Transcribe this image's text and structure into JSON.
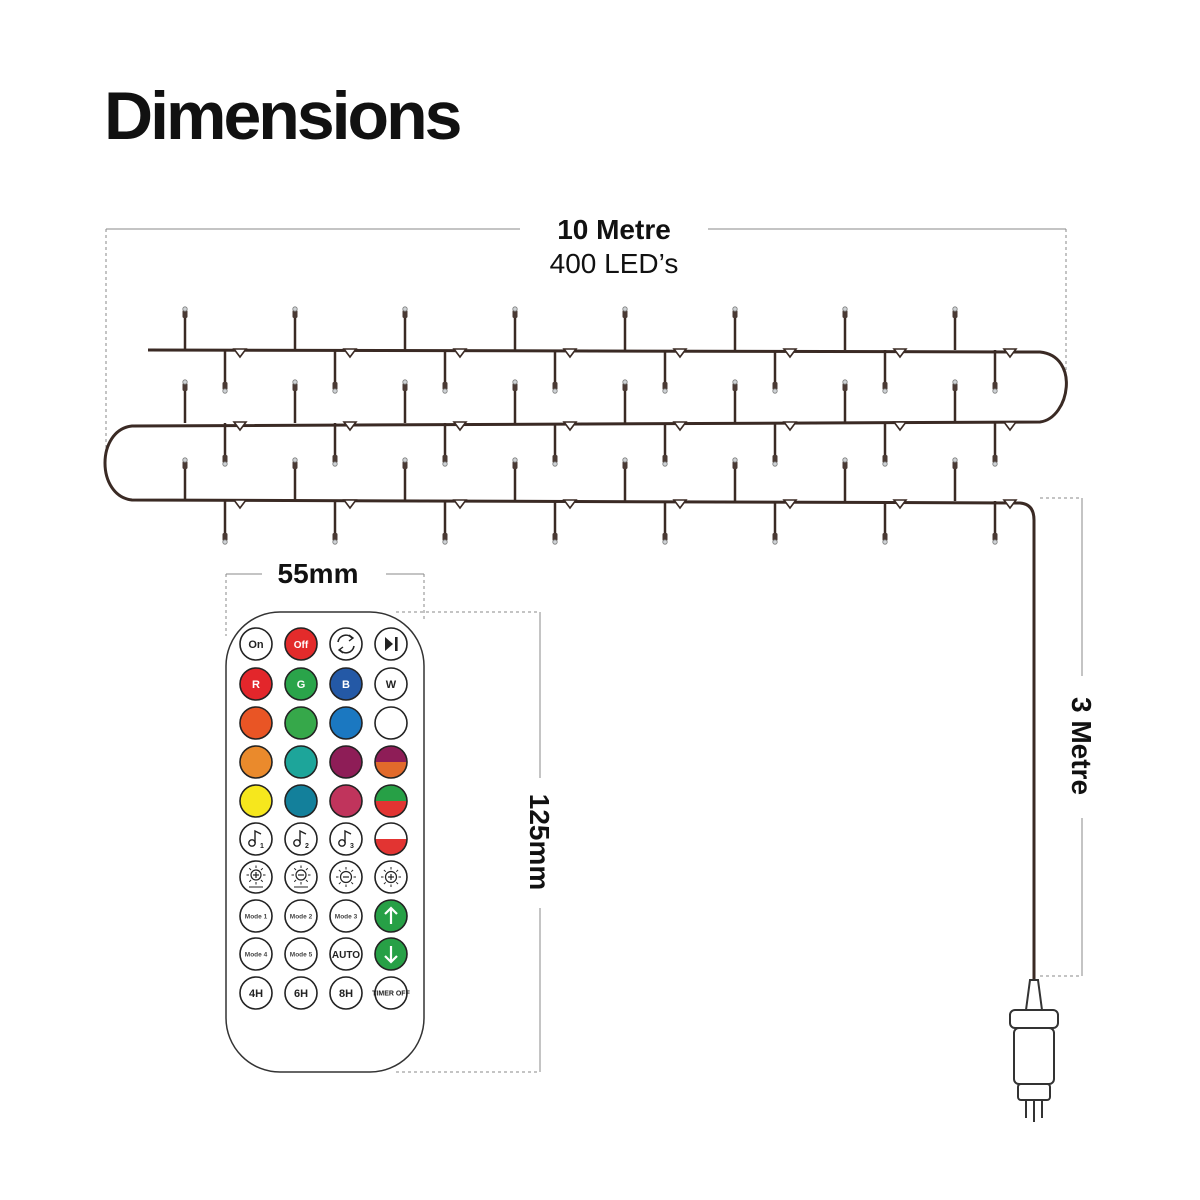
{
  "title": "Dimensions",
  "string": {
    "length_label": "10 Metre",
    "led_count_label": "400 LED’s",
    "lead_label": "3 Metre"
  },
  "remote": {
    "width_label": "55mm",
    "height_label": "125mm",
    "buttons": [
      [
        {
          "id": "on",
          "label": "On",
          "fill": "#ffffff",
          "text": "#222222"
        },
        {
          "id": "off",
          "label": "Off",
          "fill": "#e32b2b",
          "text": "#ffffff"
        },
        {
          "id": "cycle",
          "icon": "cycle-icon",
          "fill": "#ffffff"
        },
        {
          "id": "play-pause",
          "icon": "play-pause-icon",
          "fill": "#ffffff"
        }
      ],
      [
        {
          "id": "red",
          "label": "R",
          "fill": "#e3262b",
          "text": "#ffffff"
        },
        {
          "id": "green",
          "label": "G",
          "fill": "#2aa44a",
          "text": "#ffffff"
        },
        {
          "id": "blue",
          "label": "B",
          "fill": "#2459a6",
          "text": "#ffffff"
        },
        {
          "id": "white",
          "label": "W",
          "fill": "#ffffff",
          "text": "#222222"
        }
      ],
      [
        {
          "id": "color-orange-red",
          "fill": "#e95525"
        },
        {
          "id": "color-green",
          "fill": "#36a84a"
        },
        {
          "id": "color-blue",
          "fill": "#1b78c1"
        },
        {
          "id": "color-white",
          "fill": "#ffffff"
        }
      ],
      [
        {
          "id": "color-orange",
          "fill": "#ea8a2c"
        },
        {
          "id": "color-teal",
          "fill": "#1da59a"
        },
        {
          "id": "color-plum",
          "fill": "#8e1d57"
        },
        {
          "id": "color-purple-orange",
          "fill": "#8e1d57",
          "split": "#e16a2b"
        }
      ],
      [
        {
          "id": "color-yellow",
          "fill": "#f6e71d"
        },
        {
          "id": "color-dark-teal",
          "fill": "#13809b"
        },
        {
          "id": "color-rose",
          "fill": "#c0345c"
        },
        {
          "id": "color-green-red",
          "fill": "#27a046",
          "split": "#e23432"
        }
      ],
      [
        {
          "id": "music-1",
          "icon": "music-1-icon",
          "fill": "#ffffff"
        },
        {
          "id": "music-2",
          "icon": "music-2-icon",
          "fill": "#ffffff"
        },
        {
          "id": "music-3",
          "icon": "music-3-icon",
          "fill": "#ffffff"
        },
        {
          "id": "color-red-white",
          "fill": "#ffffff",
          "split": "#e23432"
        }
      ],
      [
        {
          "id": "speed-up",
          "icon": "speed-up-icon",
          "fill": "#ffffff"
        },
        {
          "id": "speed-down",
          "icon": "speed-down-icon",
          "fill": "#ffffff"
        },
        {
          "id": "brightness-down",
          "icon": "brightness-down-icon",
          "fill": "#ffffff"
        },
        {
          "id": "brightness-up",
          "icon": "brightness-up-icon",
          "fill": "#ffffff"
        }
      ],
      [
        {
          "id": "mode-1",
          "label": "Mode 1",
          "fill": "#ffffff",
          "text": "#444444",
          "small": true
        },
        {
          "id": "mode-2",
          "label": "Mode 2",
          "fill": "#ffffff",
          "text": "#444444",
          "small": true
        },
        {
          "id": "mode-3",
          "label": "Mode 3",
          "fill": "#ffffff",
          "text": "#444444",
          "small": true
        },
        {
          "id": "up",
          "icon": "arrow-up-icon",
          "fill": "#27a046"
        }
      ],
      [
        {
          "id": "mode-4",
          "label": "Mode 4",
          "fill": "#ffffff",
          "text": "#444444",
          "small": true
        },
        {
          "id": "mode-5",
          "label": "Mode 5",
          "fill": "#ffffff",
          "text": "#444444",
          "small": true
        },
        {
          "id": "auto",
          "label": "AUTO",
          "fill": "#ffffff",
          "text": "#222222"
        },
        {
          "id": "down",
          "icon": "arrow-down-icon",
          "fill": "#27a046"
        }
      ],
      [
        {
          "id": "timer-4h",
          "label": "4H",
          "fill": "#ffffff",
          "text": "#222222"
        },
        {
          "id": "timer-6h",
          "label": "6H",
          "fill": "#ffffff",
          "text": "#222222"
        },
        {
          "id": "timer-8h",
          "label": "8H",
          "fill": "#ffffff",
          "text": "#222222"
        },
        {
          "id": "timer-off",
          "label": "TIMER OFF",
          "fill": "#ffffff",
          "text": "#222222",
          "small": true
        }
      ]
    ]
  },
  "colors": {
    "wire": "#3a2a24",
    "dim_line": "#8a8a8a",
    "outline": "#333333"
  }
}
